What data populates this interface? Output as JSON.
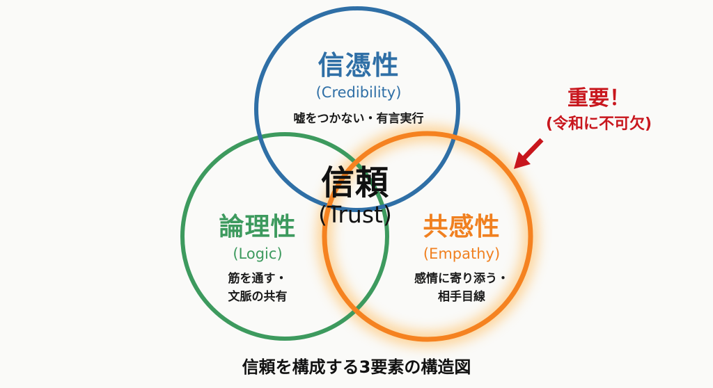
{
  "diagram": {
    "type": "venn",
    "circles": [
      {
        "id": "credibility",
        "title": "信憑性",
        "subtitle": "(Credibility)",
        "description_lines": [
          "嘘をつかない・有言実行"
        ],
        "color": "#2f6fa6"
      },
      {
        "id": "logic",
        "title": "論理性",
        "subtitle": "(Logic)",
        "description_lines": [
          "筋を通す・",
          "文脈の共有"
        ],
        "color": "#3d9a5e"
      },
      {
        "id": "empathy",
        "title": "共感性",
        "subtitle": "(Empathy)",
        "description_lines": [
          "感情に寄り添う・",
          "相手目線"
        ],
        "color": "#f08020",
        "highlighted": true
      }
    ],
    "center": {
      "title": "信頼",
      "subtitle": "(Trust)"
    },
    "annotation": {
      "headline": "重要！",
      "subline": "(令和に不可欠)",
      "color": "#c8161d",
      "points_to": "empathy"
    },
    "caption": "信頼を構成する3要素の構造図"
  }
}
